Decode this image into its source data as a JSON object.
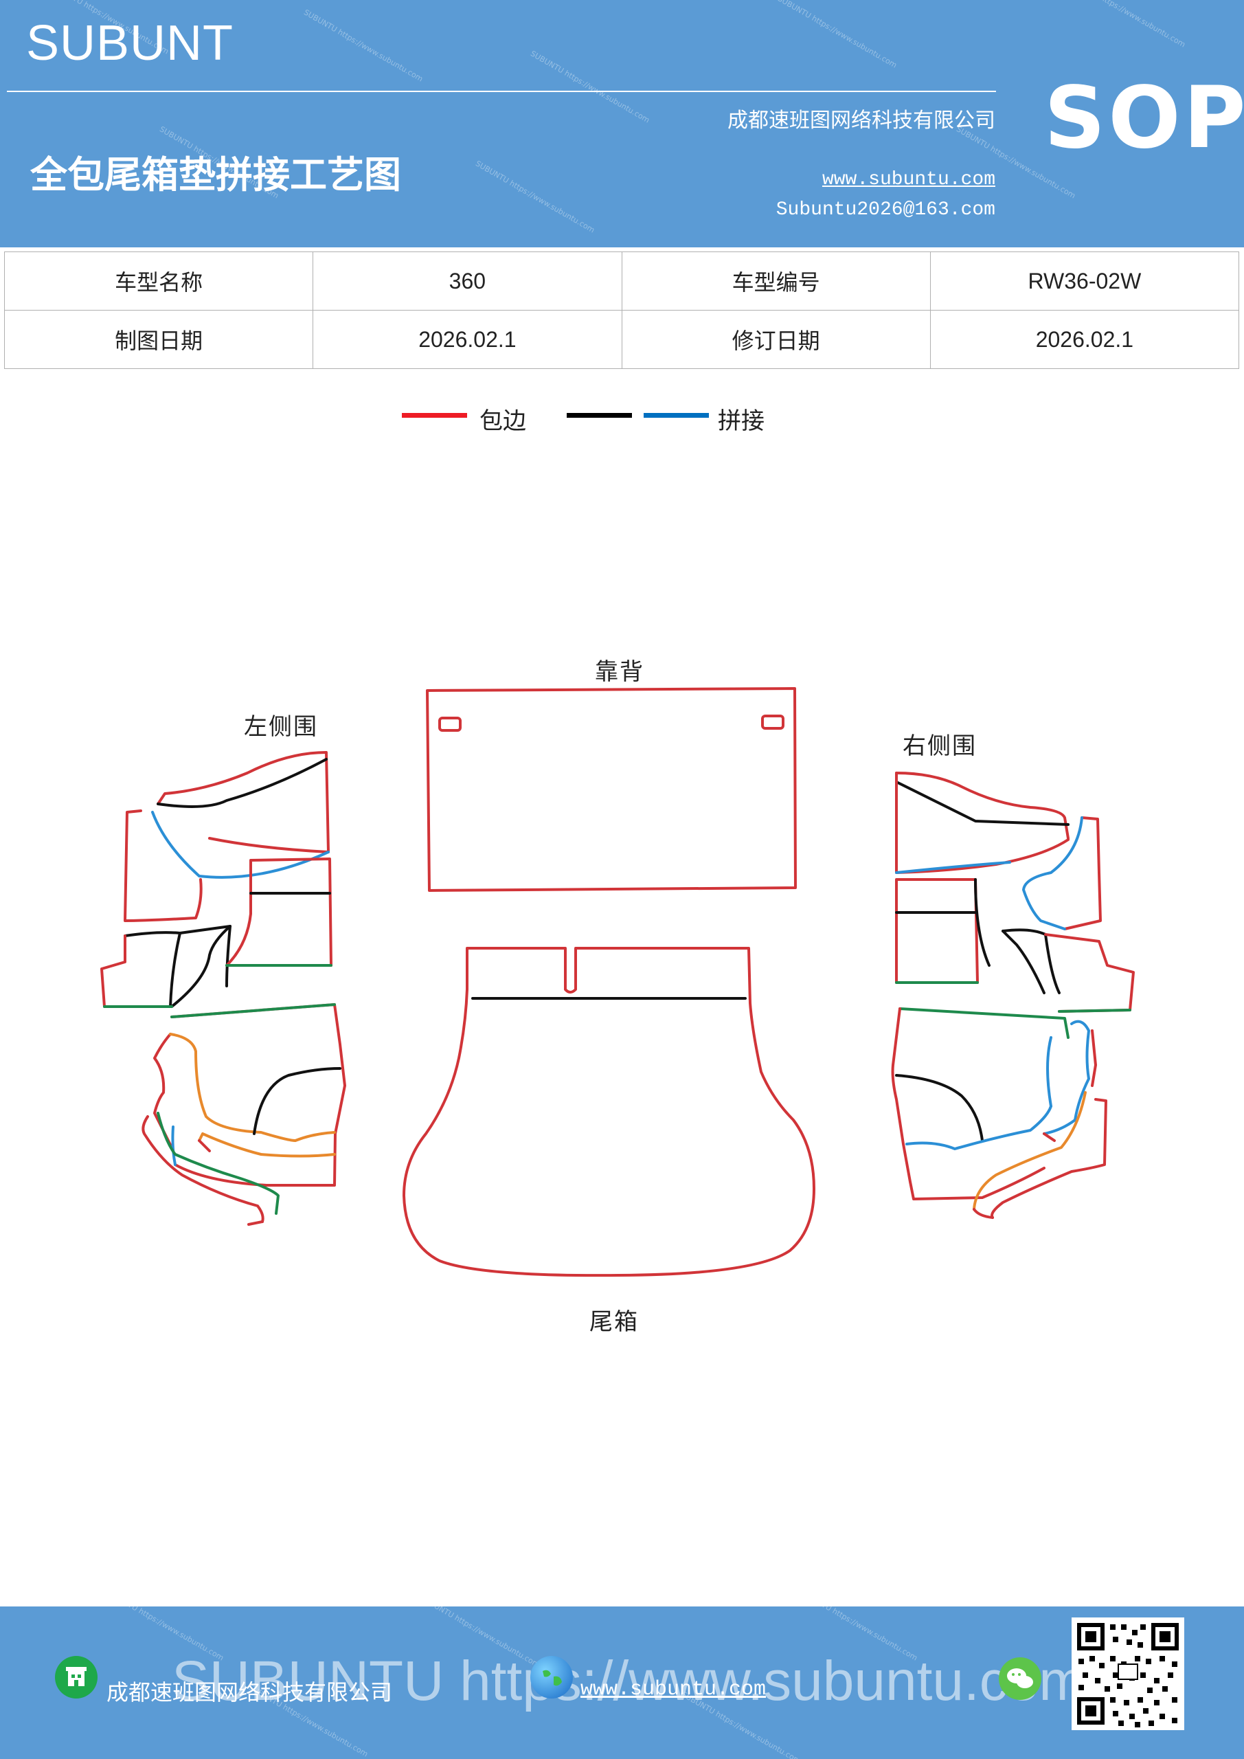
{
  "header": {
    "brand": "SUBUNT",
    "company": "成都速班图网络科技有限公司",
    "doc_title": "全包尾箱垫拼接工艺图",
    "website": "www.subuntu.com",
    "email": "Subuntu2026@163.com",
    "badge": "SOP"
  },
  "info_table": {
    "rows": [
      [
        "车型名称",
        "360",
        "车型编号",
        "RW36-02W"
      ],
      [
        "制图日期",
        "2026.02.1",
        "修订日期",
        "2026.02.1"
      ]
    ]
  },
  "legend": {
    "items": [
      {
        "label": "包边",
        "color": "#ee1c25"
      },
      {
        "label": "",
        "color": "#000000"
      },
      {
        "label": "拼接",
        "color": "#0070c0"
      }
    ]
  },
  "diagram": {
    "labels": {
      "backrest": "靠背",
      "left_side": "左侧围",
      "right_side": "右侧围",
      "trunk": "尾箱"
    }
  },
  "footer": {
    "watermark": "SUBUNTU https://www.subuntu.com",
    "company": "成都速班图网络科技有限公司",
    "website": "www.subuntu.com"
  },
  "colors": {
    "header_bg": "#5b9bd5",
    "edge_red": "#d13438",
    "seam_black": "#111111",
    "seam_blue": "#2b8fd6",
    "seam_green": "#1e8a4c",
    "seam_orange": "#e8892c"
  }
}
